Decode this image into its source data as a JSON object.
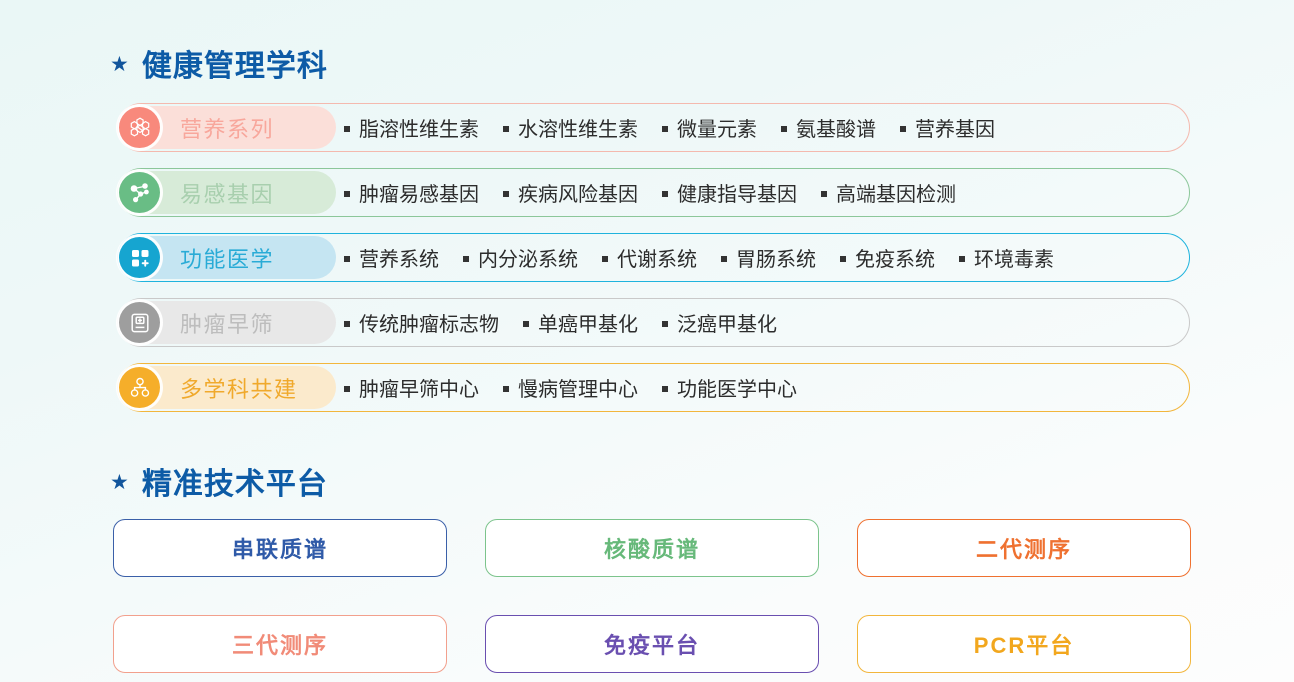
{
  "background": {
    "gradient_from": "#eaf7f6",
    "gradient_to": "#fdfdfd"
  },
  "sections": [
    {
      "star": "★",
      "title": "健康管理学科",
      "title_color": "#0d5ba6"
    },
    {
      "star": "★",
      "title": "精准技术平台",
      "title_color": "#0d5ba6"
    }
  ],
  "disciplines": [
    {
      "label": "营养系列",
      "icon": "honeycomb-icon",
      "icon_color": "#f8897c",
      "badge_bg": "#fbdfd9",
      "text_color": "#f8a79c",
      "outline_color": "#f4b9ae",
      "items": [
        "脂溶性维生素",
        "水溶性维生素",
        "微量元素",
        "氨基酸谱",
        "营养基因"
      ]
    },
    {
      "label": "易感基因",
      "icon": "molecule-node-icon",
      "icon_color": "#69bd85",
      "badge_bg": "#d7ebd8",
      "text_color": "#a8cfae",
      "outline_color": "#8cc79a",
      "items": [
        "肿瘤易感基因",
        "疾病风险基因",
        "健康指导基因",
        "高端基因检测"
      ]
    },
    {
      "label": "功能医学",
      "icon": "grid-plus-icon",
      "icon_color": "#16a5d0",
      "badge_bg": "#c5e5f2",
      "text_color": "#29abd6",
      "outline_color": "#1fb3dd",
      "items": [
        "营养系统",
        "内分泌系统",
        "代谢系统",
        "胃肠系统",
        "免疫系统",
        "环境毒素"
      ]
    },
    {
      "label": "肿瘤早筛",
      "icon": "report-plusminus-icon",
      "icon_color": "#9e9e9e",
      "badge_bg": "#e8e8e8",
      "text_color": "#bdbdbd",
      "outline_color": "#c9c9c9",
      "items": [
        "传统肿瘤标志物",
        "单癌甲基化",
        "泛癌甲基化"
      ]
    },
    {
      "label": "多学科共建",
      "icon": "org-people-icon",
      "icon_color": "#f5ae2a",
      "badge_bg": "#fbeacc",
      "text_color": "#f0a92c",
      "outline_color": "#f2b63c",
      "items": [
        "肿瘤早筛中心",
        "慢病管理中心",
        "功能医学中心"
      ]
    }
  ],
  "platforms": [
    {
      "label": "串联质谱",
      "color": "#2f5aa8",
      "border": "#3a5fa8"
    },
    {
      "label": "核酸质谱",
      "color": "#67b97a",
      "border": "#7cc48c"
    },
    {
      "label": "二代测序",
      "color": "#ef7130",
      "border": "#ef7130"
    },
    {
      "label": "三代测序",
      "color": "#f18b78",
      "border": "#f2a08d"
    },
    {
      "label": "免疫平台",
      "color": "#6a4fb0",
      "border": "#6a4fb0"
    },
    {
      "label": "PCR平台",
      "color": "#f2a71e",
      "border": "#f2b63c"
    }
  ]
}
